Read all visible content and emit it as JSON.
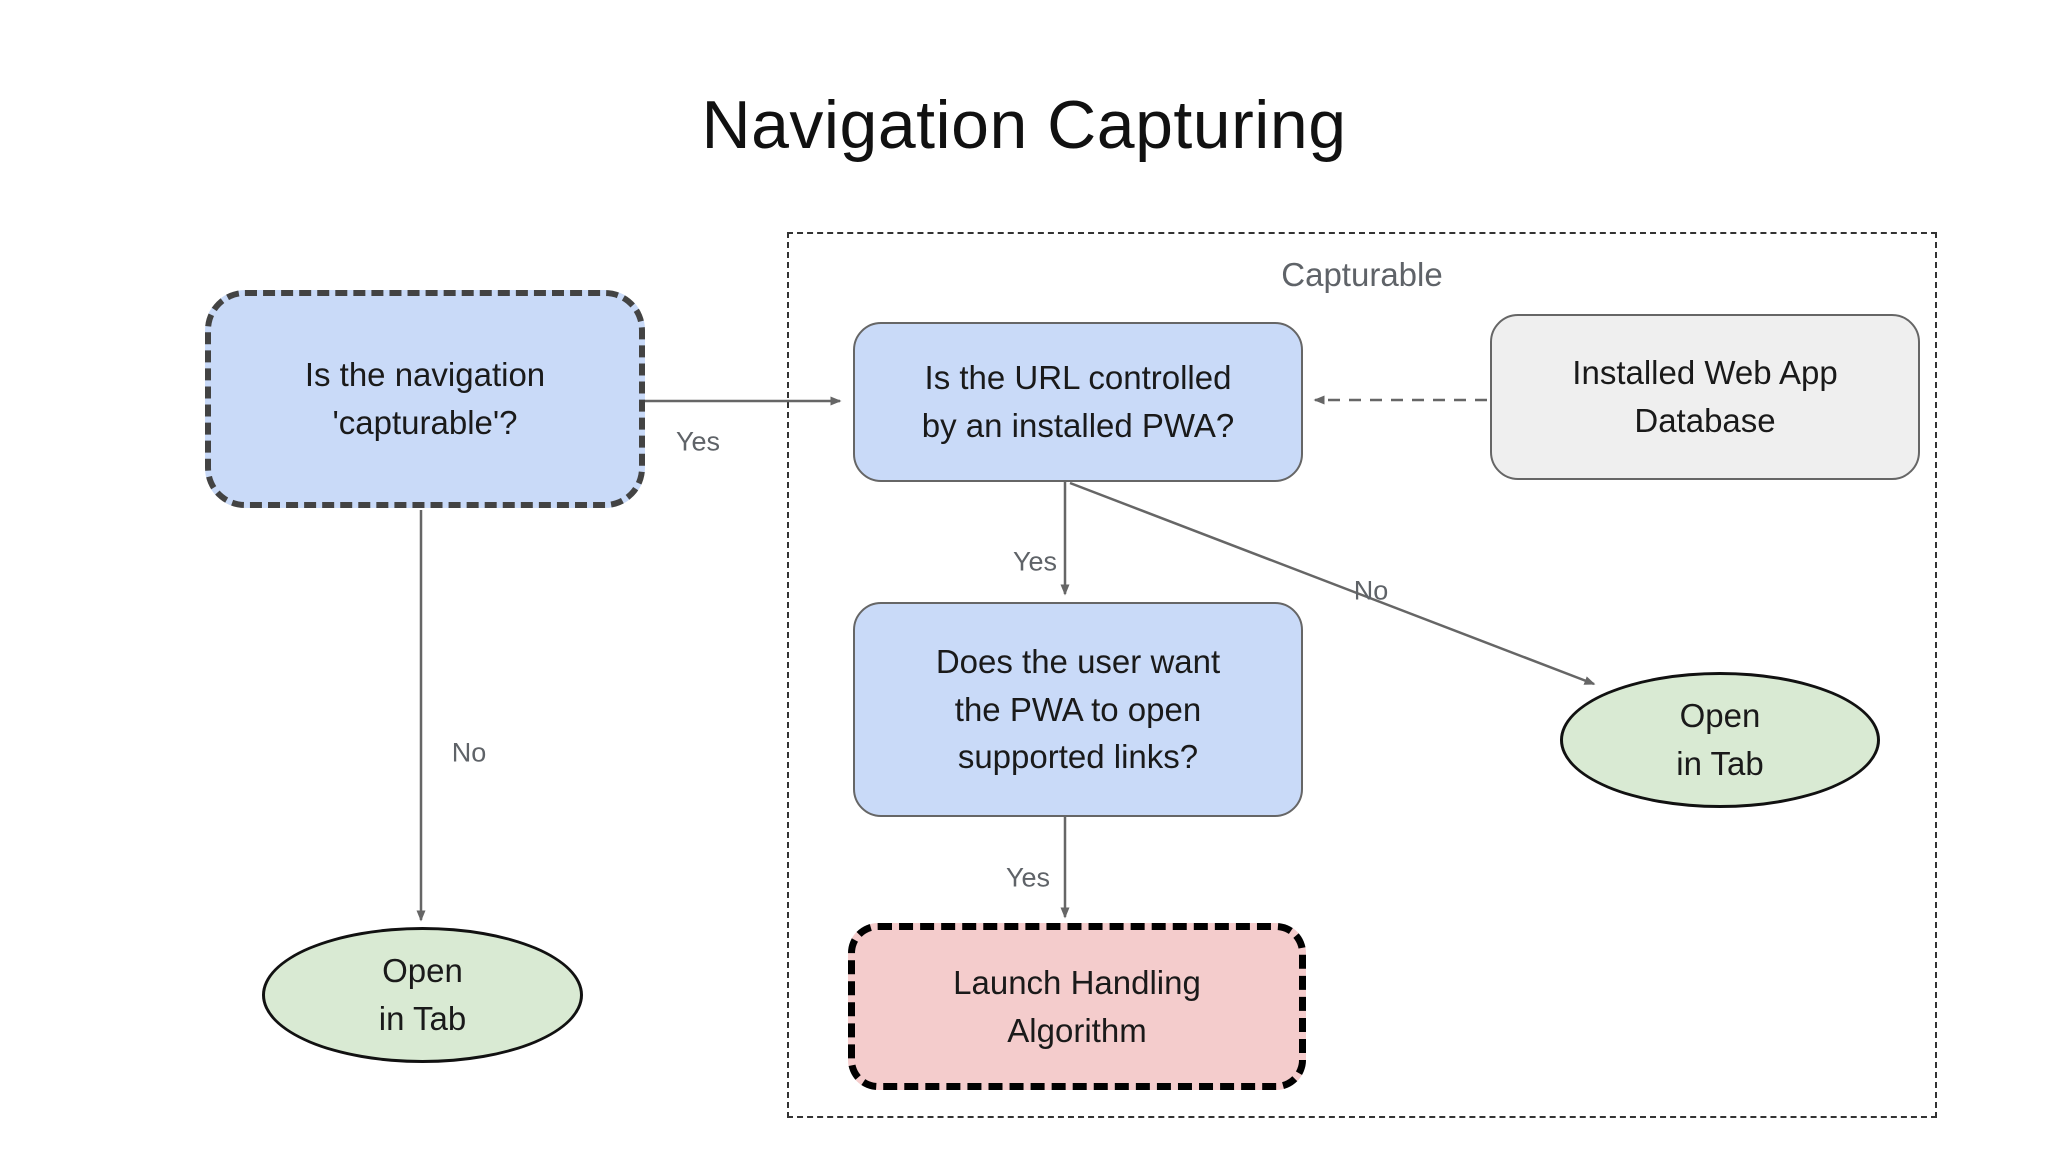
{
  "title": "Navigation Capturing",
  "group": {
    "label": "Capturable"
  },
  "nodes": {
    "is_capturable": {
      "lines": [
        "Is the navigation",
        "'capturable'?"
      ]
    },
    "url_controlled": {
      "lines": [
        "Is the URL controlled",
        "by an installed PWA?"
      ]
    },
    "database": {
      "lines": [
        "Installed Web App",
        "Database"
      ]
    },
    "user_want": {
      "lines": [
        "Does the user want",
        "the PWA to open",
        "supported links?"
      ]
    },
    "open_tab_right": {
      "lines": [
        "Open",
        "in Tab"
      ]
    },
    "launch_handling": {
      "lines": [
        "Launch Handling",
        "Algorithm"
      ]
    },
    "open_tab_left": {
      "lines": [
        "Open",
        "in Tab"
      ]
    }
  },
  "edges": {
    "capturable_yes": {
      "label": "Yes"
    },
    "capturable_no": {
      "label": "No"
    },
    "controlled_yes": {
      "label": "Yes"
    },
    "controlled_no": {
      "label": "No"
    },
    "user_want_yes": {
      "label": "Yes"
    }
  },
  "colors": {
    "node_blue": "#c9daf8",
    "node_gray": "#efefef",
    "node_green": "#d9ead3",
    "node_pink": "#f4cccc",
    "edge_gray": "#666666",
    "label_gray": "#5f6368",
    "dash_dark": "#434343",
    "text_dark": "#1a1a1a"
  }
}
